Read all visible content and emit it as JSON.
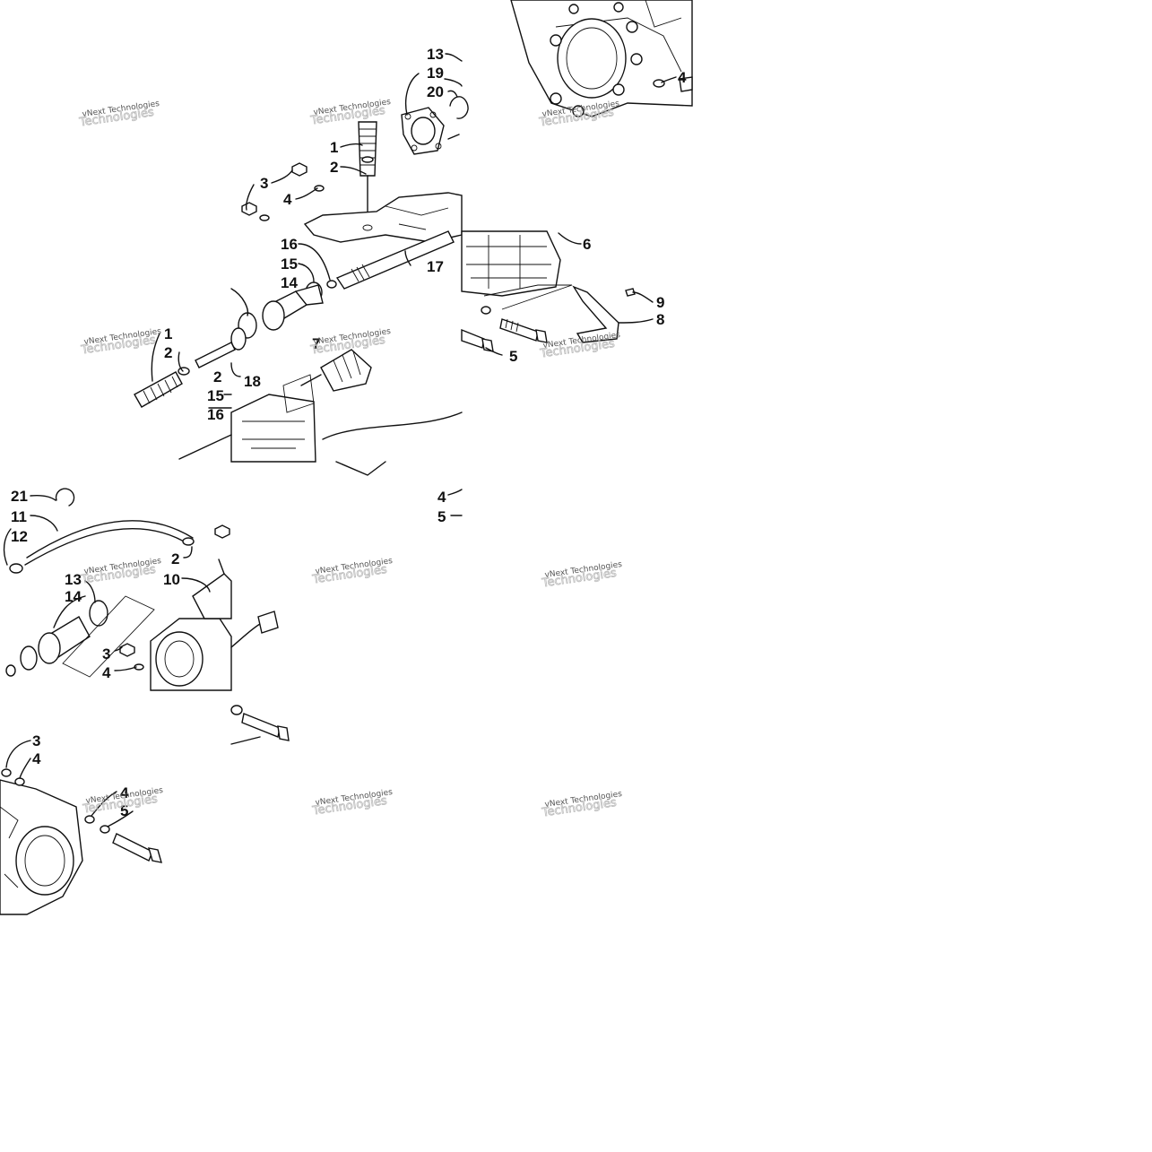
{
  "callouts": {
    "tile1": [
      "13",
      "19",
      "20",
      "1",
      "2",
      "3",
      "4",
      "16",
      "15",
      "14",
      "17",
      "1",
      "2",
      "7",
      "2",
      "18",
      "15",
      "16"
    ],
    "tile2": [
      "4"
    ],
    "tile3": [
      "6",
      "9",
      "8",
      "5"
    ],
    "tile4": [
      "21",
      "11",
      "12",
      "2",
      "13",
      "14",
      "10",
      "3",
      "4",
      "4",
      "5"
    ],
    "tile5": [
      "3",
      "4",
      "4",
      "5"
    ]
  },
  "watermark": {
    "line1": "vNext Technologies",
    "line2": "Technologies"
  }
}
